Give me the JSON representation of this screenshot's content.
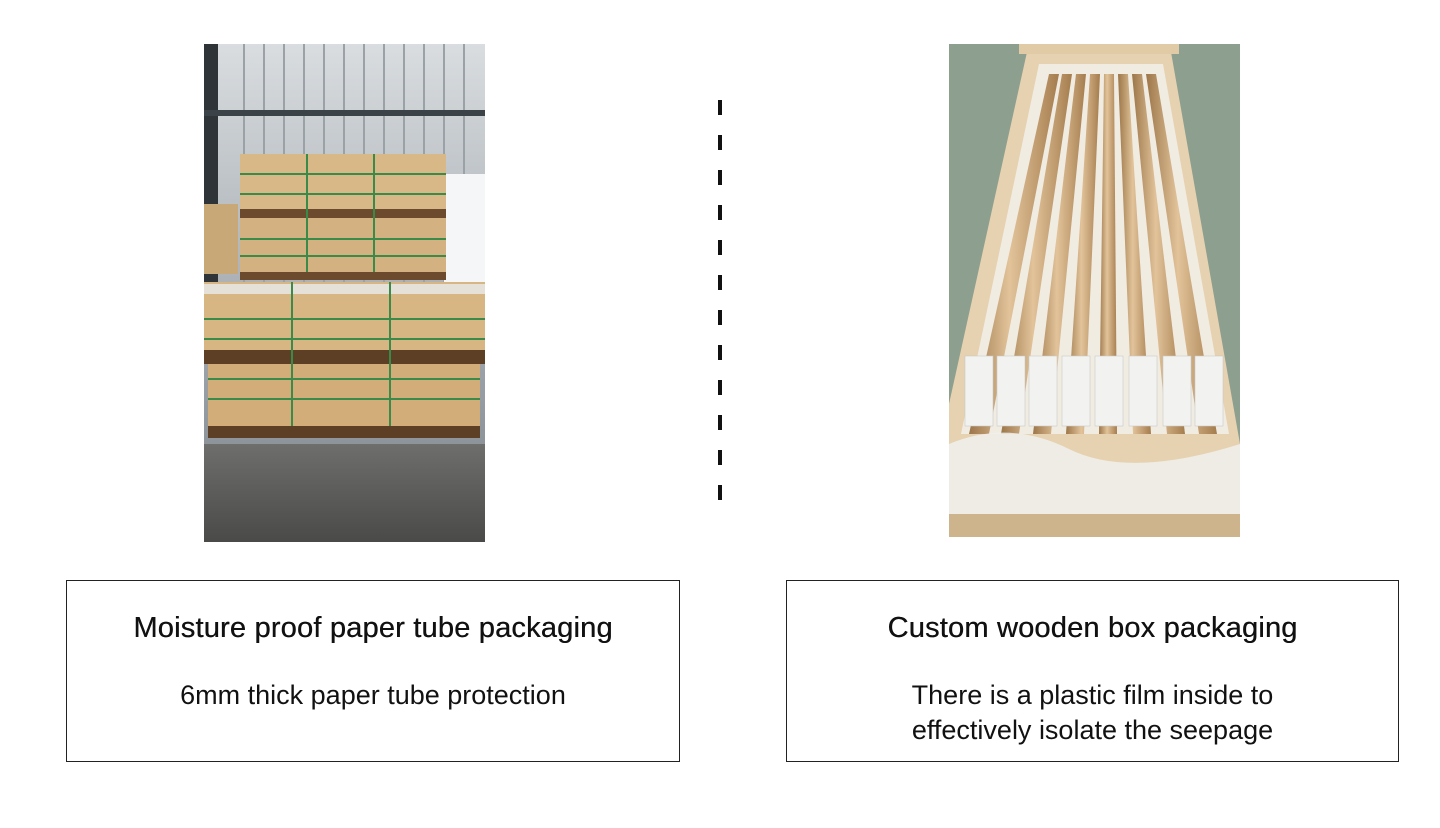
{
  "left_panel": {
    "photo_icon": "stacked-wooden-crates-photo",
    "title": "Moisture proof paper tube packaging",
    "subtitle": "6mm thick paper tube protection"
  },
  "right_panel": {
    "photo_icon": "paper-tubes-in-wooden-box-photo",
    "title": "Custom wooden box packaging",
    "subtitle": "There is a plastic film inside to\neffectively isolate the seepage"
  },
  "colors": {
    "background": "#ffffff",
    "border": "#222222",
    "text": "#111111",
    "wood": "#d8b98a",
    "kraft_tube": "#c9a06e",
    "strap": "#3a8a4a"
  }
}
